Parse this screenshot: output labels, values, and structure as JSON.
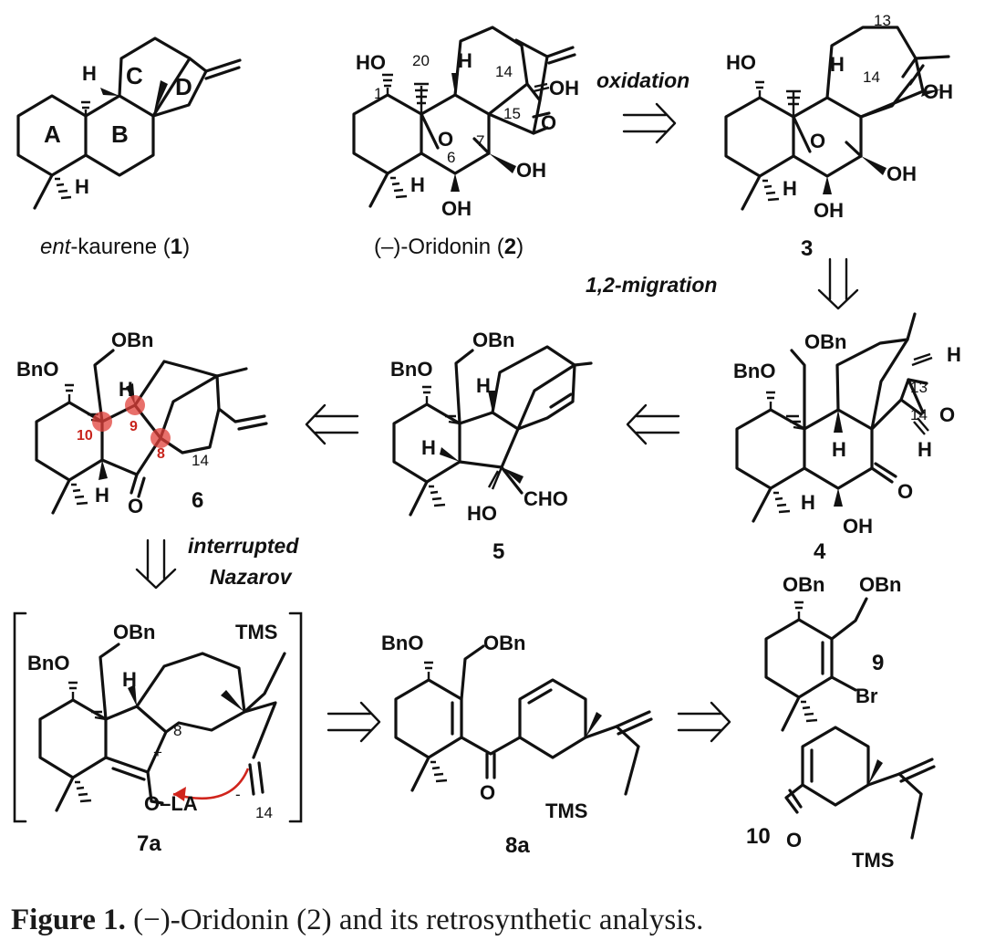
{
  "figure": {
    "caption_label": "Figure 1.",
    "caption_text": "(−)-Oridonin (2) and its retrosynthetic analysis."
  },
  "compounds": {
    "c1": {
      "name_italic": "ent",
      "name_rest": "-kaurene (",
      "number": "1",
      "close": ")",
      "rings": [
        "A",
        "B",
        "C",
        "D"
      ]
    },
    "c2": {
      "name": "(–)-Oridonin (",
      "number": "2",
      "close": ")"
    },
    "c3": {
      "number": "3"
    },
    "c4": {
      "number": "4"
    },
    "c5": {
      "number": "5"
    },
    "c6": {
      "number": "6"
    },
    "c7a": {
      "number": "7a"
    },
    "c8a": {
      "number": "8a"
    },
    "c9": {
      "number": "9"
    },
    "c10": {
      "number": "10"
    }
  },
  "steps": {
    "oxidation": "oxidation",
    "migration": "1,2-migration",
    "nazarov_1": "interrupted",
    "nazarov_2": "Nazarov"
  },
  "labels": {
    "HO": "HO",
    "OH": "OH",
    "H": "H",
    "O": "O",
    "OBn": "OBn",
    "BnO": "BnO",
    "CHO": "CHO",
    "TMS": "TMS",
    "Br": "Br",
    "OLA": "O–LA",
    "minus": "-",
    "plus": "+",
    "n1": "1",
    "n6": "6",
    "n7": "7",
    "n8": "8",
    "n9": "9",
    "n10": "10",
    "n13": "13",
    "n14": "14",
    "n15": "15",
    "n20": "20"
  },
  "colors": {
    "highlight": "#e0403a",
    "arrow_red": "#d0241c",
    "ink": "#111111"
  }
}
